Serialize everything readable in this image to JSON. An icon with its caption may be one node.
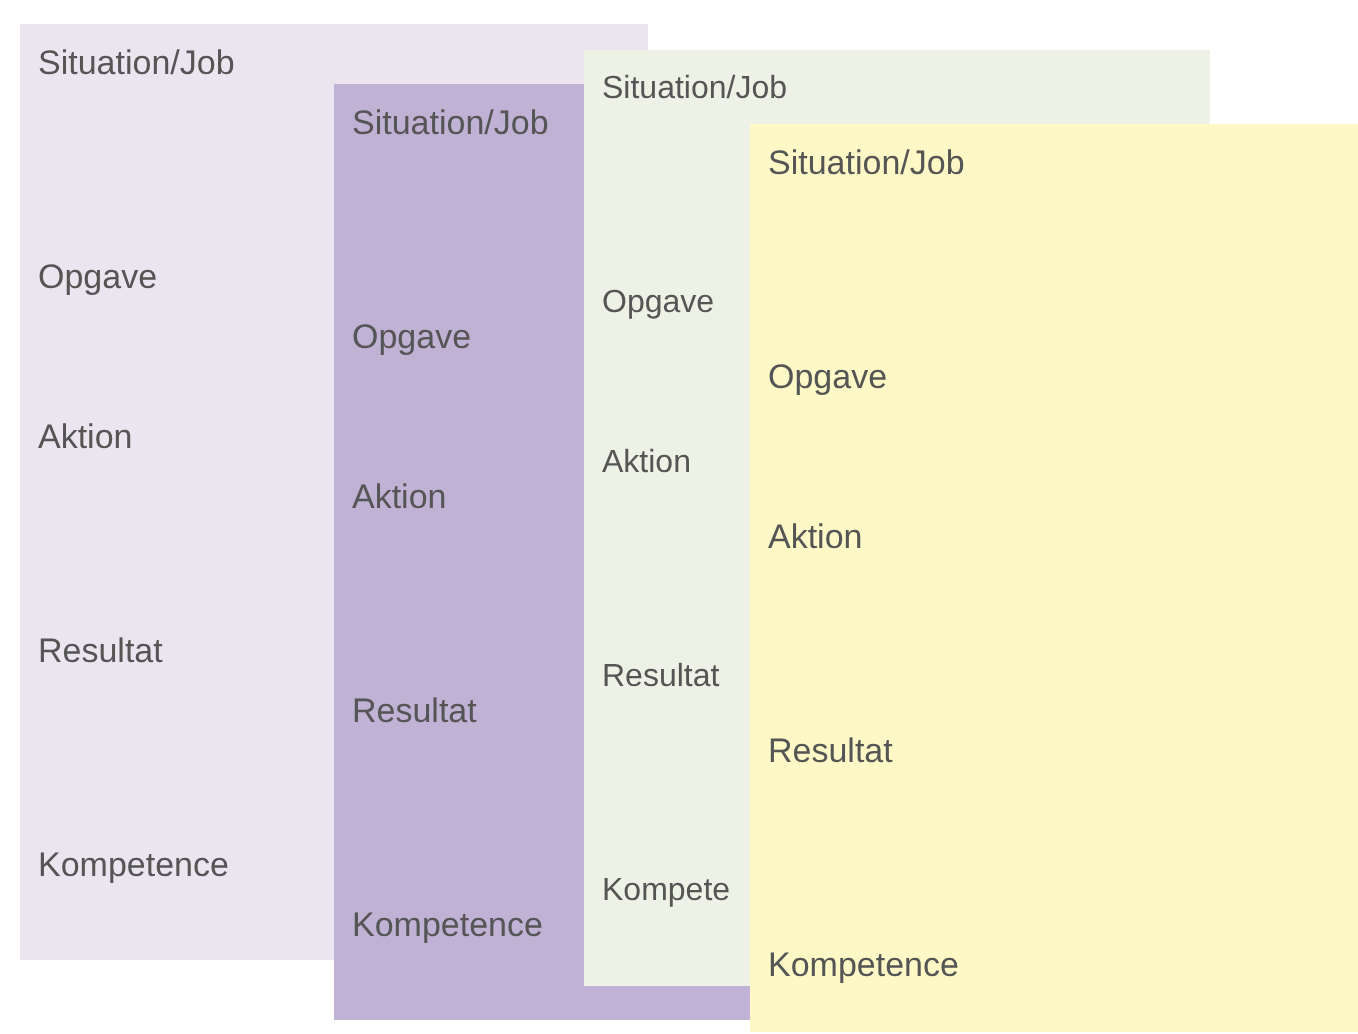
{
  "diagram": {
    "nodes": [
      {
        "text": [
          "Situation/Job",
          "Opgave",
          "Aktion",
          "Resultat",
          "Kompetence"
        ]
      },
      {
        "text": [
          "Situation/Job",
          "Opgave",
          "Aktion",
          "Resultat",
          "Kompetence"
        ]
      },
      {
        "text": [
          "Situation/Job",
          "Opgave",
          "Aktion",
          "Resultat",
          "Kompete"
        ]
      },
      {
        "text": [
          "Situation/Job",
          "Opgave",
          "Aktion",
          "Resultat",
          "Kompetence"
        ]
      }
    ]
  }
}
